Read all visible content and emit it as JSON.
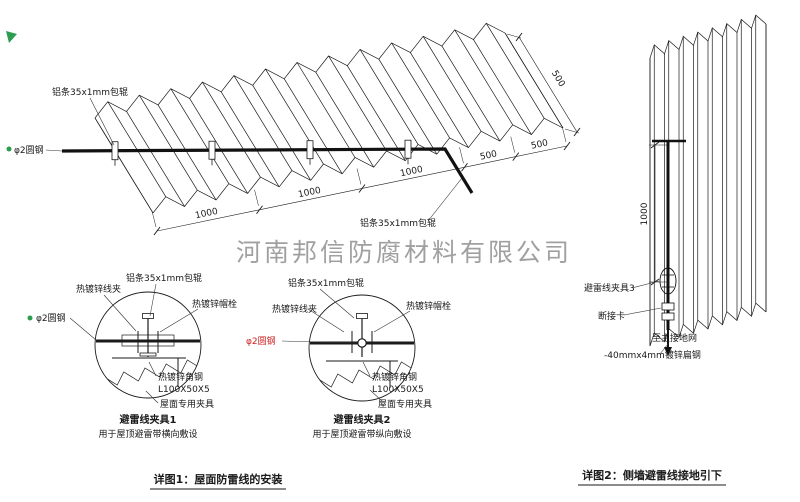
{
  "watermark": "河南邦信防腐材料有限公司",
  "colors": {
    "line": "#1a1a1a",
    "red": "#cc2222",
    "green": "#2a9d4e",
    "watermark": "#909090"
  },
  "roof": {
    "label_strip_top": "铝条35x1mm包辊",
    "label_strip_bottom": "铝条35x1mm包辊",
    "label_round_steel": "φ2圆钢",
    "dims": {
      "d1": "1000",
      "d2": "1000",
      "d3": "1000",
      "d4": "500",
      "d5": "500",
      "side": "500"
    }
  },
  "clamp1": {
    "title": "避雷线夹具1",
    "subtitle": "用于屋顶避雷带横向敷设",
    "labels": {
      "wire_clip": "热镀锌线夹",
      "alu_strip": "铝条35x1mm包辊",
      "bolt": "热镀锌帽栓",
      "round_steel": "φ2圆钢",
      "angle_steel": "热镀锌角钢",
      "angle_spec": "L100X50X5",
      "roof_clamp": "屋面专用夹具"
    }
  },
  "clamp2": {
    "title": "避雷线夹具2",
    "subtitle": "用于屋顶避雷带纵向敷设",
    "labels": {
      "wire_clip": "热镀锌线夹",
      "alu_strip": "铝条35x1mm包辊",
      "bolt": "热镀锌帽栓",
      "round_steel": "φ2圆钢",
      "angle_steel": "热镀锌角钢",
      "angle_spec": "L100X50X5",
      "roof_clamp": "屋面专用夹具"
    }
  },
  "wall": {
    "dim": "1000",
    "labels": {
      "clamp3": "避雷线夹具3",
      "break_card": "断接卡",
      "to_ground": "至主接地网",
      "flat_steel": "-40mmx4mm镀锌扁钢"
    }
  },
  "captions": {
    "detail1": "详图1：屋面防雷线的安装",
    "detail2": "详图2：侧墙避雷线接地引下"
  }
}
